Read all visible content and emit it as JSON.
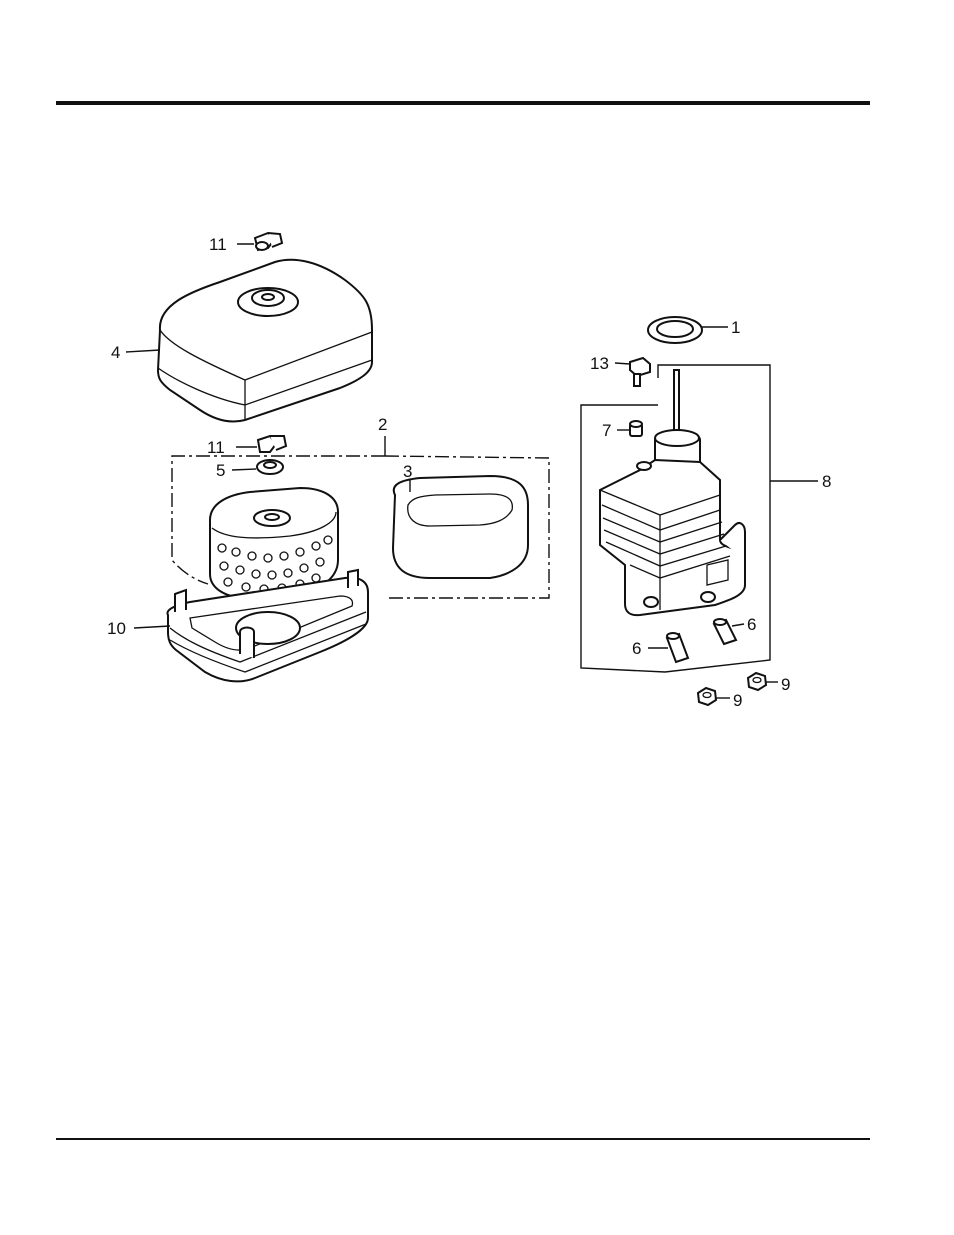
{
  "diagram": {
    "callouts": {
      "c1": "1",
      "c2": "2",
      "c3": "3",
      "c4": "4",
      "c5": "5",
      "c6a": "6",
      "c6b": "6",
      "c7": "7",
      "c8": "8",
      "c9a": "9",
      "c9b": "9",
      "c10": "10",
      "c11a": "11",
      "c11b": "11",
      "c13": "13"
    }
  }
}
